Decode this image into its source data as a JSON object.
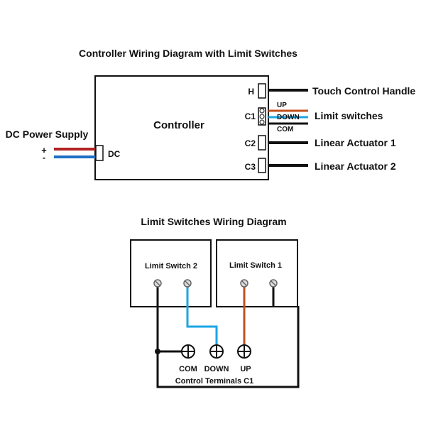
{
  "top": {
    "title": "Controller Wiring Diagram with Limit Switches",
    "controller_label": "Controller",
    "power": {
      "label": "DC Power Supply",
      "plus": "+",
      "minus": "-",
      "port": "DC"
    },
    "ports": [
      {
        "id": "H",
        "target": "Touch Control Handle"
      },
      {
        "id": "C1",
        "target": "Limit switches",
        "wires": [
          "UP",
          "DOWN",
          "COM"
        ]
      },
      {
        "id": "C2",
        "target": "Linear Actuator 1"
      },
      {
        "id": "C3",
        "target": "Linear Actuator 2"
      }
    ]
  },
  "bottom": {
    "title": "Limit Switches Wiring Diagram",
    "switch2": "Limit Switch 2",
    "switch1": "Limit Switch 1",
    "terminals": [
      "COM",
      "DOWN",
      "UP"
    ],
    "terminals_label": "Control Terminals C1"
  },
  "colors": {
    "up": "#c0501e",
    "down": "#1aa5e6",
    "com": "#111111",
    "plus": "#b22222",
    "minus": "#1f6fc4"
  }
}
